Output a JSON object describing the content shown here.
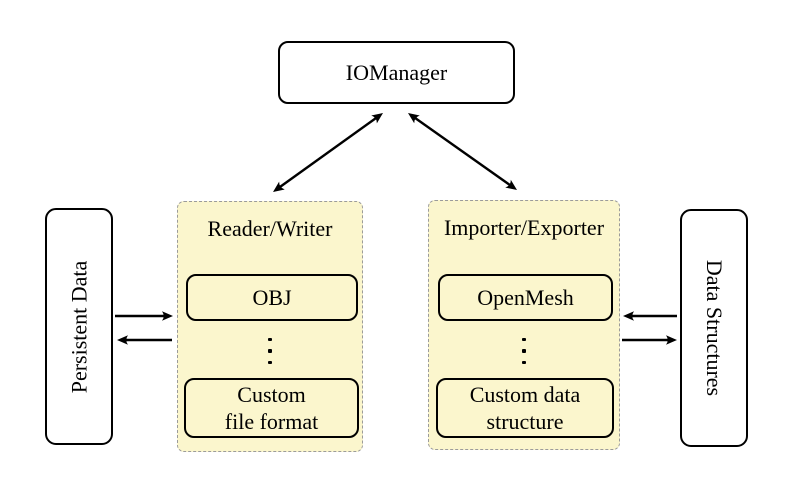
{
  "nodes": {
    "iomanager": {
      "label": "IOManager"
    },
    "persistent_data": {
      "label": "Persistent Data"
    },
    "data_structures": {
      "label": "Data Structures"
    },
    "reader_writer": {
      "label": "Reader/Writer",
      "item_top": "OBJ",
      "item_bottom_line1": "Custom",
      "item_bottom_line2": "file format"
    },
    "importer_exporter": {
      "label": "Importer/Exporter",
      "item_top": "OpenMesh",
      "item_bottom_line1": "Custom data",
      "item_bottom_line2": "structure"
    }
  },
  "icons": {
    "vertical_ellipsis": "⋮"
  },
  "edges": [
    {
      "from": "IOManager",
      "to": "Reader/Writer",
      "direction": "bidirectional"
    },
    {
      "from": "IOManager",
      "to": "Importer/Exporter",
      "direction": "bidirectional"
    },
    {
      "from": "Persistent Data",
      "to": "Reader/Writer",
      "direction": "forward"
    },
    {
      "from": "Reader/Writer",
      "to": "Persistent Data",
      "direction": "forward"
    },
    {
      "from": "Data Structures",
      "to": "Importer/Exporter",
      "direction": "forward"
    },
    {
      "from": "Importer/Exporter",
      "to": "Data Structures",
      "direction": "forward"
    }
  ],
  "colors": {
    "background": "#ffffff",
    "panel_fill": "#fbf6cd",
    "panel_border": "#9b9b9b",
    "node_fill": "#ffffff",
    "line": "#000000"
  }
}
